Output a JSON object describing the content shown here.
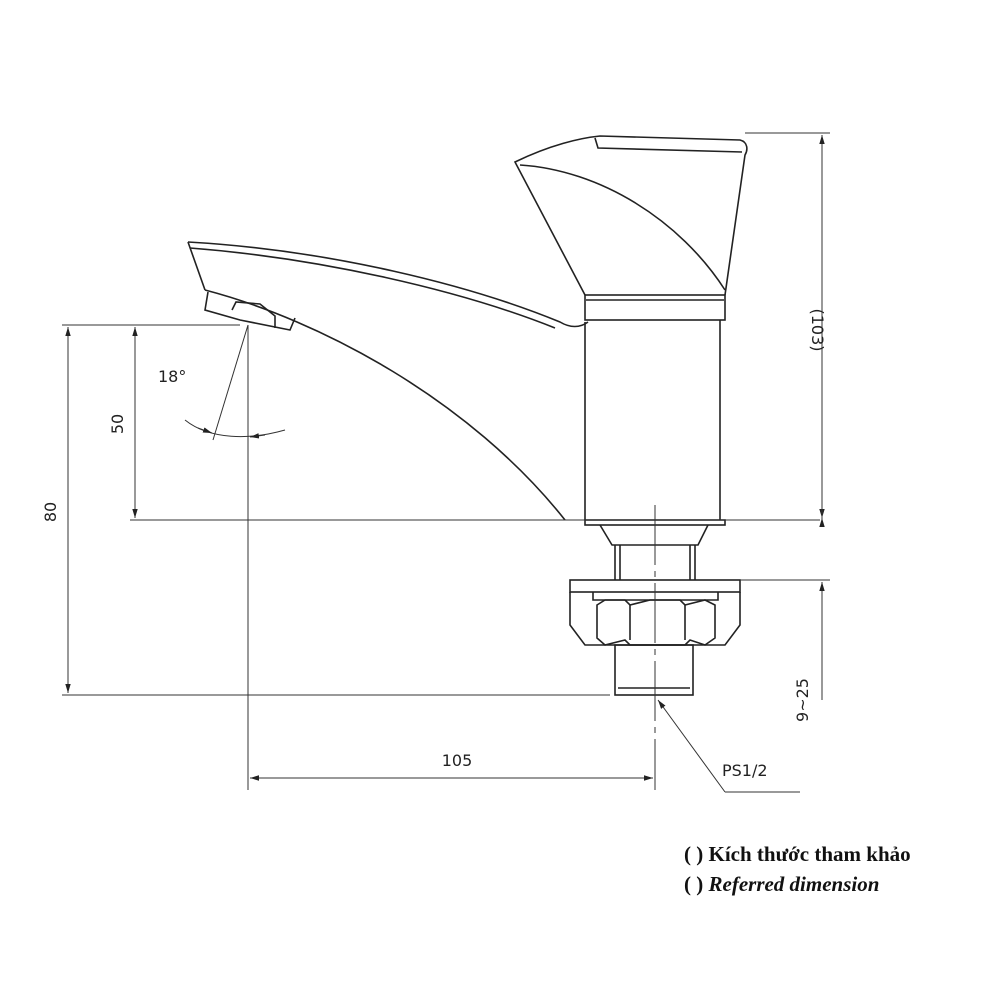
{
  "dimensions": {
    "angle": "18°",
    "spout_height": "50",
    "total_height_below_spout": "80",
    "reference_height": "(103)",
    "mount_thickness": "9~25",
    "spout_reach": "105",
    "thread": "PS1/2"
  },
  "legend": {
    "line_vi": "( ) Kích thước tham khảo",
    "line_en_bracket": "( ) ",
    "line_en_text": "Referred dimension"
  },
  "colors": {
    "line": "#222222",
    "background": "#ffffff"
  }
}
